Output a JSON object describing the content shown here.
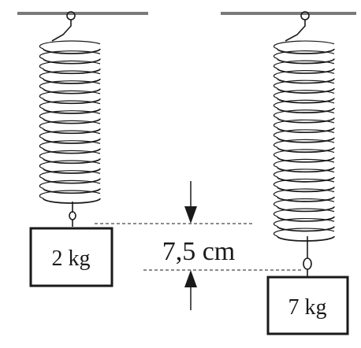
{
  "left_spring": {
    "mass_label": "2 kg"
  },
  "right_spring": {
    "mass_label": "7 kg"
  },
  "extension": {
    "label": "7,5 cm"
  },
  "colors": {
    "ceiling": "#7a7a7a",
    "ink": "#1a1a1a"
  }
}
